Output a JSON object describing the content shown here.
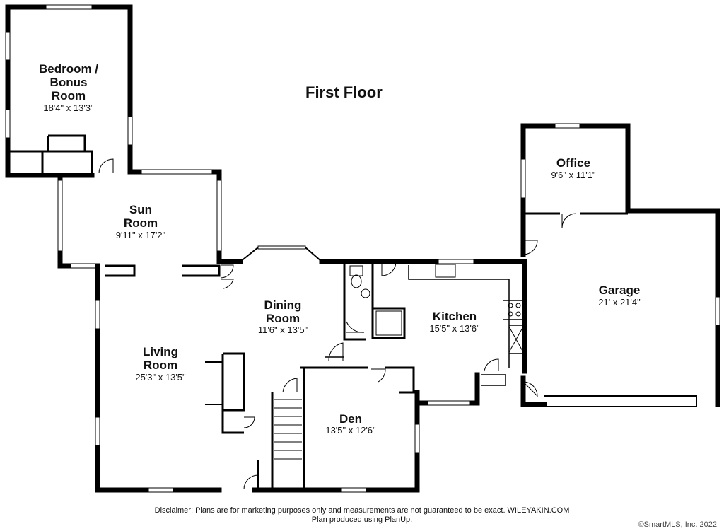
{
  "title": "First Floor",
  "rooms": [
    {
      "id": "bedroom",
      "name": "Bedroom /\nBonus\nRoom",
      "dims": "18'4\" x 13'3\""
    },
    {
      "id": "sun",
      "name": "Sun\nRoom",
      "dims": "9'11\" x 17'2\""
    },
    {
      "id": "dining",
      "name": "Dining\nRoom",
      "dims": "11'6\" x 13'5\""
    },
    {
      "id": "living",
      "name": "Living\nRoom",
      "dims": "25'3\" x 13'5\""
    },
    {
      "id": "kitchen",
      "name": "Kitchen",
      "dims": "15'5\" x 13'6\""
    },
    {
      "id": "office",
      "name": "Office",
      "dims": "9'6\" x 11'1\""
    },
    {
      "id": "garage",
      "name": "Garage",
      "dims": "21' x 21'4\""
    },
    {
      "id": "den",
      "name": "Den",
      "dims": "13'5\" x 12'6\""
    }
  ],
  "disclaimer_line1": "Disclaimer: Plans are for marketing purposes only and measurements are not guaranteed to be exact. WILEYAKIN.COM",
  "disclaimer_line2": "Plan produced using PlanUp.",
  "copyright": "©SmartMLS, Inc.  2022"
}
